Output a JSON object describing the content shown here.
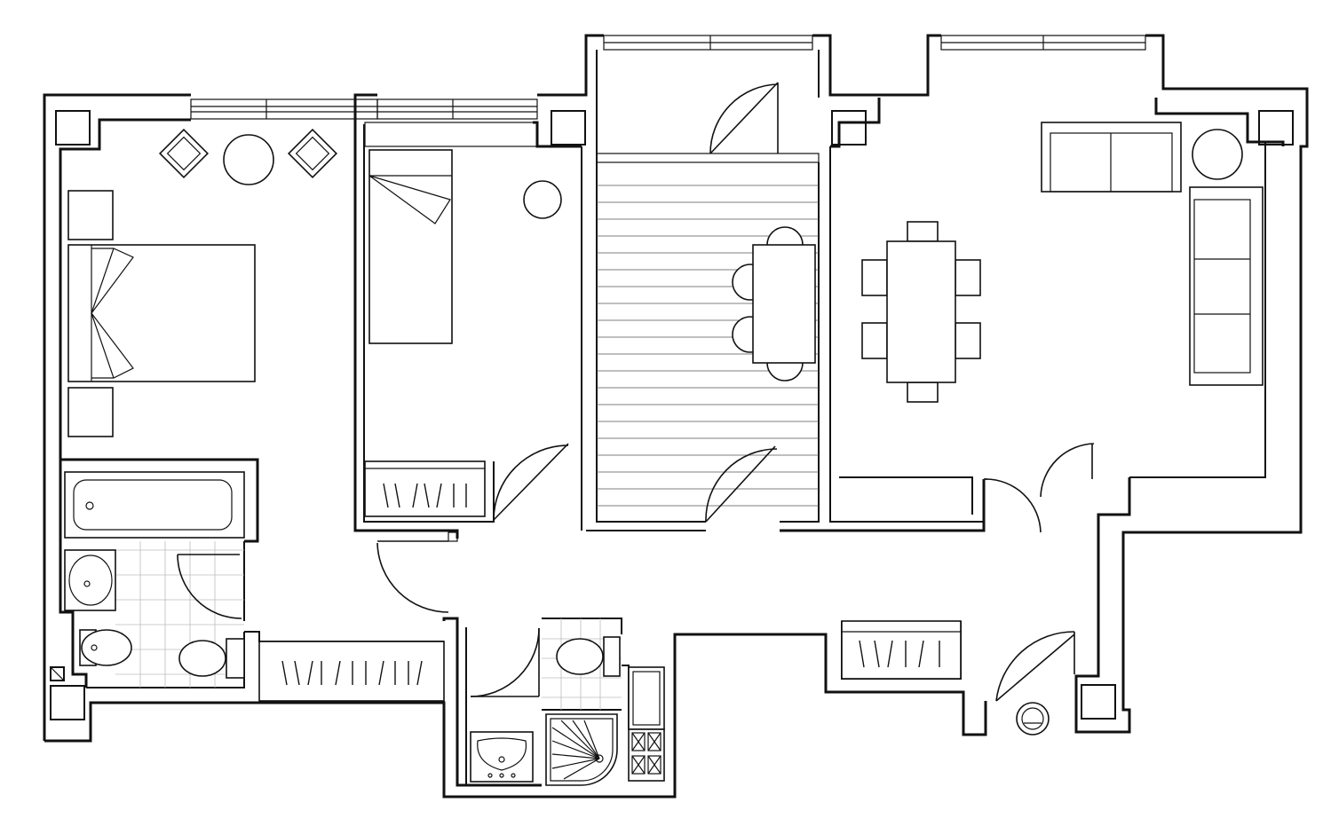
{
  "drawing": {
    "type": "apartment floor plan",
    "rooms": [
      "master-bedroom",
      "bedroom-2",
      "bathroom",
      "dining-room",
      "living-room",
      "hallway",
      "guest-toilet",
      "kitchenette"
    ],
    "colors": {
      "line": "#111111",
      "background": "#ffffff",
      "tile": "#bbbbbb"
    }
  }
}
